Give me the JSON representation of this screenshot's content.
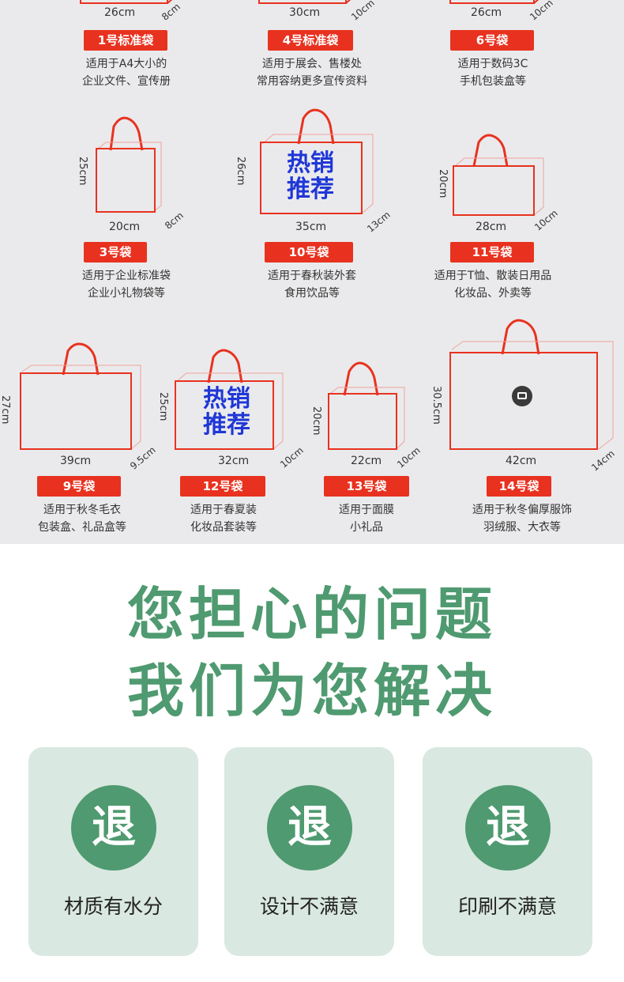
{
  "bags_row0": [
    {
      "width": "26cm",
      "depth": "8cm",
      "tag": "1号标准袋",
      "desc1": "适用于A4大小的",
      "desc2": "企业文件、宣传册"
    },
    {
      "width": "30cm",
      "depth": "10cm",
      "tag": "4号标准袋",
      "desc1": "适用于展会、售楼处",
      "desc2": "常用容纳更多宣传资料"
    },
    {
      "width": "26cm",
      "depth": "10cm",
      "tag": "6号袋",
      "desc1": "适用于数码3C",
      "desc2": "手机包装盒等"
    }
  ],
  "bags_row1": [
    {
      "width": "20cm",
      "height": "25cm",
      "depth": "8cm",
      "tag": "3号袋",
      "desc1": "适用于企业标准袋",
      "desc2": "企业小礼物袋等"
    },
    {
      "width": "35cm",
      "height": "26cm",
      "depth": "13cm",
      "tag": "10号袋",
      "desc1": "适用于春秋装外套",
      "desc2": "食用饮品等",
      "hot1": "热销",
      "hot2": "推荐"
    },
    {
      "width": "28cm",
      "height": "20cm",
      "depth": "10cm",
      "tag": "11号袋",
      "desc1": "适用于T恤、散装日用品",
      "desc2": "化妆品、外卖等"
    }
  ],
  "bags_row2": [
    {
      "width": "39cm",
      "height": "27cm",
      "depth": "9.5cm",
      "tag": "9号袋",
      "desc1": "适用于秋冬毛衣",
      "desc2": "包装盒、礼品盒等"
    },
    {
      "width": "32cm",
      "height": "25cm",
      "depth": "10cm",
      "tag": "12号袋",
      "desc1": "适用于春夏装",
      "desc2": "化妆品套装等",
      "hot1": "热销",
      "hot2": "推荐"
    },
    {
      "width": "22cm",
      "height": "20cm",
      "depth": "10cm",
      "tag": "13号袋",
      "desc1": "适用于面膜",
      "desc2": "小礼品"
    },
    {
      "width": "42cm",
      "height": "30.5cm",
      "depth": "14cm",
      "tag": "14号袋",
      "desc1": "适用于秋冬偏厚服饰",
      "desc2": "羽绒服、大衣等"
    }
  ],
  "heading": {
    "line1": "您担心的问题",
    "line2": "我们为您解决"
  },
  "cards": [
    {
      "icon_char": "退",
      "label": "材质有水分"
    },
    {
      "icon_char": "退",
      "label": "设计不满意"
    },
    {
      "icon_char": "退",
      "label": "印刷不满意"
    }
  ],
  "colors": {
    "accent_green": "#4f9a70",
    "card_bg": "#d9e8e0",
    "tag_red": "#e8321f",
    "hot_blue": "#1f37d6",
    "panel_gray": "#eaeaec"
  }
}
